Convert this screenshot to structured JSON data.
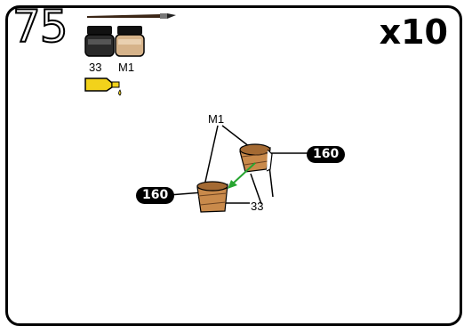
{
  "step": {
    "number": "75",
    "quantity": "x10"
  },
  "paints": [
    {
      "code": "33",
      "color": "#222222",
      "icon": "paint-pot-icon"
    },
    {
      "code": "M1",
      "color": "#d6b38a",
      "icon": "paint-pot-icon"
    }
  ],
  "tools": {
    "brush_icon": "paintbrush-icon",
    "glue_icon": "glue-tube-icon",
    "glue_color": "#f2d21b"
  },
  "callouts": {
    "m1_label": "M1",
    "c33_label": "33",
    "part_left": "160",
    "part_right": "160"
  },
  "arrow_color": "#27a531"
}
